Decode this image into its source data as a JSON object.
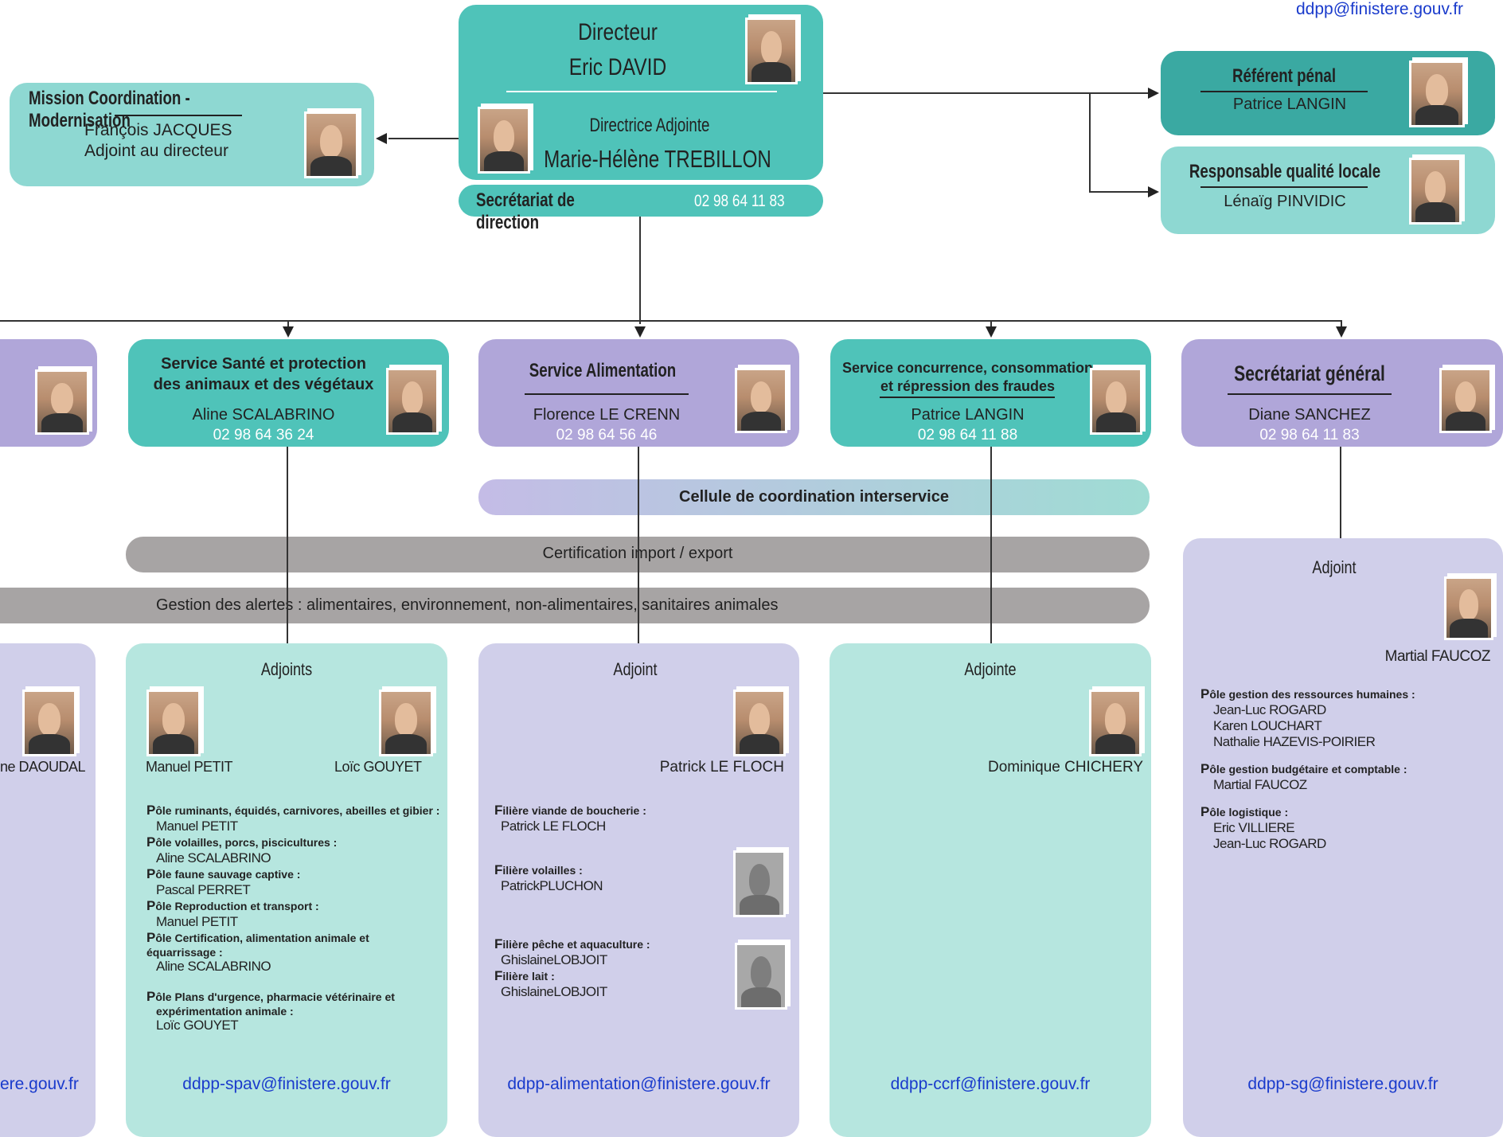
{
  "top_email": "ddpp@finistere.gouv.fr",
  "director": {
    "title": "Directeur",
    "name": "Eric DAVID",
    "deputy_title": "Directrice Adjointe",
    "deputy_name": "Marie-Hélène TREBILLON"
  },
  "secretariat_direction": {
    "label": "Secrétariat de direction",
    "phone": "02 98 64 11 83"
  },
  "mission": {
    "title": "Mission Coordination - Modernisation",
    "name": "François JACQUES",
    "role": "Adjoint au directeur"
  },
  "referent_penal": {
    "title": "Référent pénal",
    "name": "Patrice LANGIN"
  },
  "qualite": {
    "title": "Responsable qualité locale",
    "name": "Lénaïg PINVIDIC"
  },
  "services": [
    {
      "title_line1": "Service Santé et protection",
      "title_line2": "des animaux et des végétaux",
      "name": "Aline SCALABRINO",
      "phone": "02 98 64 36 24"
    },
    {
      "title_line1": "Service Alimentation",
      "name": "Florence LE CRENN",
      "phone": "02 98 64 56 46"
    },
    {
      "title_line1": "Service concurrence, consommation",
      "title_line2": "et répression des fraudes",
      "name": "Patrice LANGIN",
      "phone": "02 98 64 11 88"
    },
    {
      "title_line1": "Secrétariat général",
      "name": "Diane SANCHEZ",
      "phone": "02 98 64 11 83"
    }
  ],
  "bars": {
    "cellule": "Cellule de coordination interservice",
    "certification": "Certification import / export",
    "alertes": "Gestion des alertes : alimentaires, environnement, non-alimentaires, sanitaires animales"
  },
  "left_panel": {
    "partial_name": "ne DAOUDAL",
    "partial_email": "ere.gouv.fr"
  },
  "spav": {
    "heading": "Adjoints",
    "adj1": "Manuel PETIT",
    "adj2": "Loïc GOUYET",
    "poles": [
      {
        "cap": "P",
        "label": "ôle ruminants, équidés, carnivores, abeilles et gibier :",
        "names": [
          "Manuel PETIT"
        ]
      },
      {
        "cap": "P",
        "label": "ôle volailles, porcs, piscicultures :",
        "names": [
          "Aline SCALABRINO"
        ]
      },
      {
        "cap": "P",
        "label": "ôle faune sauvage captive :",
        "names": [
          "Pascal PERRET"
        ]
      },
      {
        "cap": "P",
        "label": "ôle Reproduction et transport :",
        "names": [
          "Manuel PETIT"
        ]
      },
      {
        "cap": "P",
        "label": "ôle Certification, alimentation animale et équarrissage :",
        "names": [
          "Aline SCALABRINO"
        ]
      },
      {
        "cap": "P",
        "label": "ôle Plans d'urgence, pharmacie vétérinaire et",
        "label2": "expérimentation animale :",
        "names": [
          "Loïc GOUYET"
        ]
      }
    ],
    "email": "ddpp-spav@finistere.gouv.fr"
  },
  "alimentation": {
    "heading": "Adjoint",
    "adj": "Patrick LE FLOCH",
    "filieres": [
      {
        "cap": "F",
        "label": "ilière viande de boucherie :",
        "name": "Patrick LE FLOCH"
      },
      {
        "cap": "F",
        "label": "ilière volailles :",
        "name": "PatrickPLUCHON"
      },
      {
        "cap": "F",
        "label": "ilière pêche et aquaculture :",
        "name": "GhislaineLOBJOIT"
      },
      {
        "cap": "F",
        "label": "ilière lait :",
        "name": "GhislaineLOBJOIT"
      }
    ],
    "email": "ddpp-alimentation@finistere.gouv.fr"
  },
  "ccrf": {
    "heading": "Adjointe",
    "adj": "Dominique CHICHERY",
    "email": "ddpp-ccrf@finistere.gouv.fr"
  },
  "sg": {
    "heading": "Adjoint",
    "adj": "Martial FAUCOZ",
    "poles": [
      {
        "cap": "P",
        "label": "ôle gestion des ressources humaines :",
        "names": [
          "Jean-Luc ROGARD",
          "Karen LOUCHART",
          "Nathalie HAZEVIS-POIRIER"
        ]
      },
      {
        "cap": "P",
        "label": "ôle gestion budgétaire et comptable :",
        "names": [
          "Martial FAUCOZ"
        ]
      },
      {
        "cap": "P",
        "label": "ôle logistique :",
        "names": [
          "Eric VILLIERE",
          "Jean-Luc ROGARD"
        ]
      }
    ],
    "email": "ddpp-sg@finistere.gouv.fr"
  }
}
